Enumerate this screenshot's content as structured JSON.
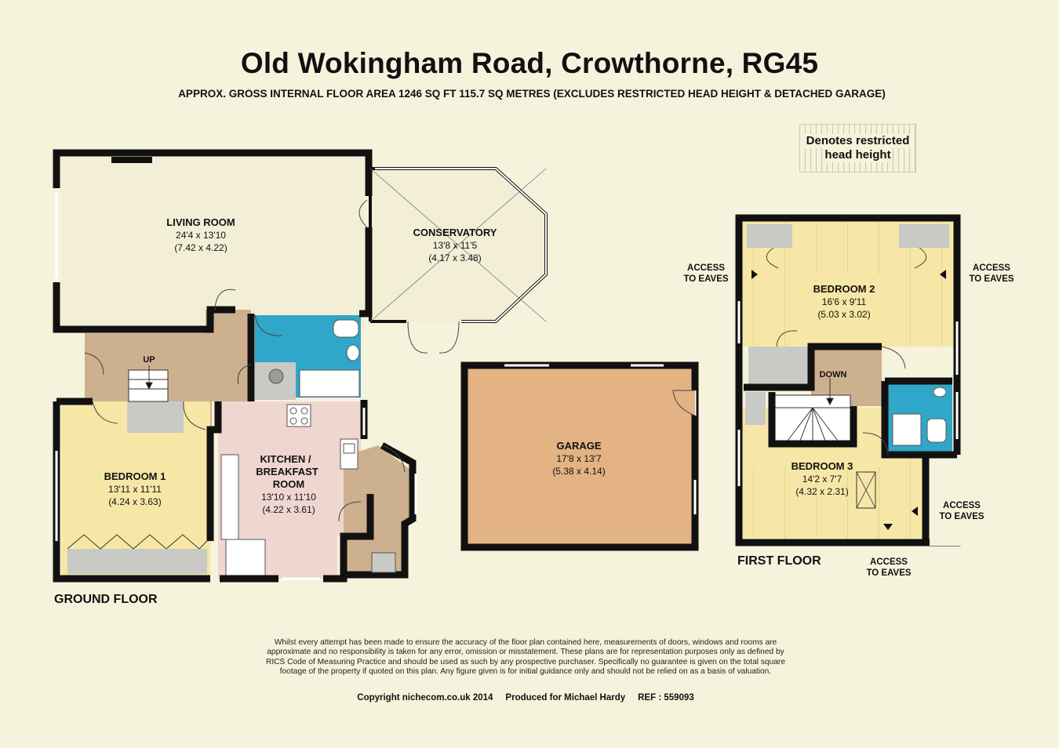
{
  "title": "Old Wokingham Road, Crowthorne, RG45",
  "subtitle": "APPROX. GROSS INTERNAL FLOOR AREA 1246 SQ FT 115.7 SQ METRES (EXCLUDES RESTRICTED HEAD HEIGHT & DETACHED GARAGE)",
  "legend": {
    "line1": "Denotes restricted",
    "line2": "head height"
  },
  "colors": {
    "background": "#f6f3dc",
    "wall": "#111111",
    "living": "#f3efd6",
    "bedroom": "#f6e7a6",
    "kitchen": "#f0d6d0",
    "hall": "#cdb08e",
    "bathroom": "#2fa7c8",
    "garage": "#e3b384",
    "restricted": "#c9c9c6"
  },
  "rooms": {
    "living": {
      "name": "LIVING ROOM",
      "dim_imperial": "24'4 x 13'10",
      "dim_metric": "(7.42 x 4.22)"
    },
    "conservatory": {
      "name": "CONSERVATORY",
      "dim_imperial": "13'8 x 11'5",
      "dim_metric": "(4.17 x 3.48)"
    },
    "bedroom1": {
      "name": "BEDROOM 1",
      "dim_imperial": "13'11 x 11'11",
      "dim_metric": "(4.24 x 3.63)"
    },
    "kitchen": {
      "name_line1": "KITCHEN /",
      "name_line2": "BREAKFAST",
      "name_line3": "ROOM",
      "dim_imperial": "13'10 x 11'10",
      "dim_metric": "(4.22 x 3.61)"
    },
    "garage": {
      "name": "GARAGE",
      "dim_imperial": "17'8 x 13'7",
      "dim_metric": "(5.38 x 4.14)"
    },
    "bedroom2": {
      "name": "BEDROOM 2",
      "dim_imperial": "16'6 x 9'11",
      "dim_metric": "(5.03 x 3.02)"
    },
    "bedroom3": {
      "name": "BEDROOM 3",
      "dim_imperial": "14'2 x 7'7",
      "dim_metric": "(4.32 x 2.31)"
    }
  },
  "stairs": {
    "up": "UP",
    "down": "DOWN"
  },
  "eaves": {
    "line1": "ACCESS",
    "line2": "TO EAVES"
  },
  "floors": {
    "ground": "GROUND FLOOR",
    "first": "FIRST FLOOR"
  },
  "disclaimer": "Whilst every attempt has been made to ensure the accuracy of the floor plan contained here, measurements of doors, windows and rooms are approximate and no responsibility is taken for any error, omission or misstatement. These plans are for representation purposes only as defined by RICS Code of Measuring Practice and should be used as such by any prospective purchaser. Specifically no guarantee is given on the total square footage of the property if quoted on this plan. Any figure given is for initial guidance only and should not be relied on as a basis of valuation.",
  "copyright": "Copyright nichecom.co.uk 2014     Produced for Michael Hardy     REF : 559093"
}
